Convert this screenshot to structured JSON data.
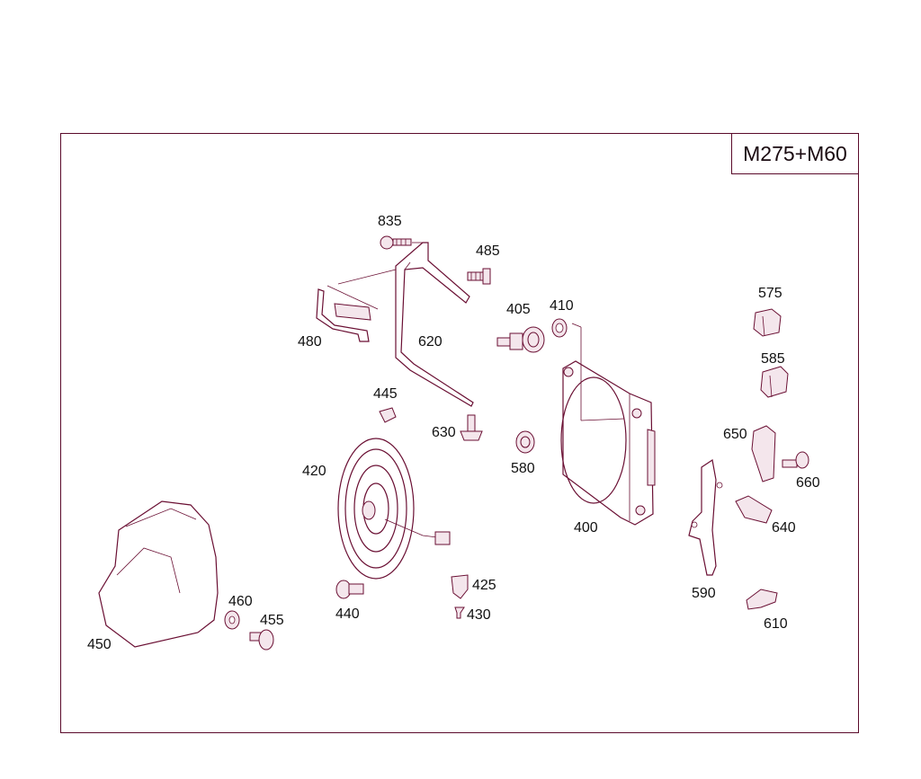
{
  "model_code": "M275+M60",
  "accent_color": "#6a0f33",
  "parts": [
    {
      "id": "835",
      "label": "835"
    },
    {
      "id": "485",
      "label": "485"
    },
    {
      "id": "480",
      "label": "480"
    },
    {
      "id": "620",
      "label": "620"
    },
    {
      "id": "405",
      "label": "405"
    },
    {
      "id": "410",
      "label": "410"
    },
    {
      "id": "575",
      "label": "575"
    },
    {
      "id": "585",
      "label": "585"
    },
    {
      "id": "445",
      "label": "445"
    },
    {
      "id": "630",
      "label": "630"
    },
    {
      "id": "580",
      "label": "580"
    },
    {
      "id": "650",
      "label": "650"
    },
    {
      "id": "660",
      "label": "660"
    },
    {
      "id": "420",
      "label": "420"
    },
    {
      "id": "400",
      "label": "400"
    },
    {
      "id": "640",
      "label": "640"
    },
    {
      "id": "425",
      "label": "425"
    },
    {
      "id": "430",
      "label": "430"
    },
    {
      "id": "590",
      "label": "590"
    },
    {
      "id": "440",
      "label": "440"
    },
    {
      "id": "460",
      "label": "460"
    },
    {
      "id": "455",
      "label": "455"
    },
    {
      "id": "610",
      "label": "610"
    },
    {
      "id": "450",
      "label": "450"
    }
  ]
}
